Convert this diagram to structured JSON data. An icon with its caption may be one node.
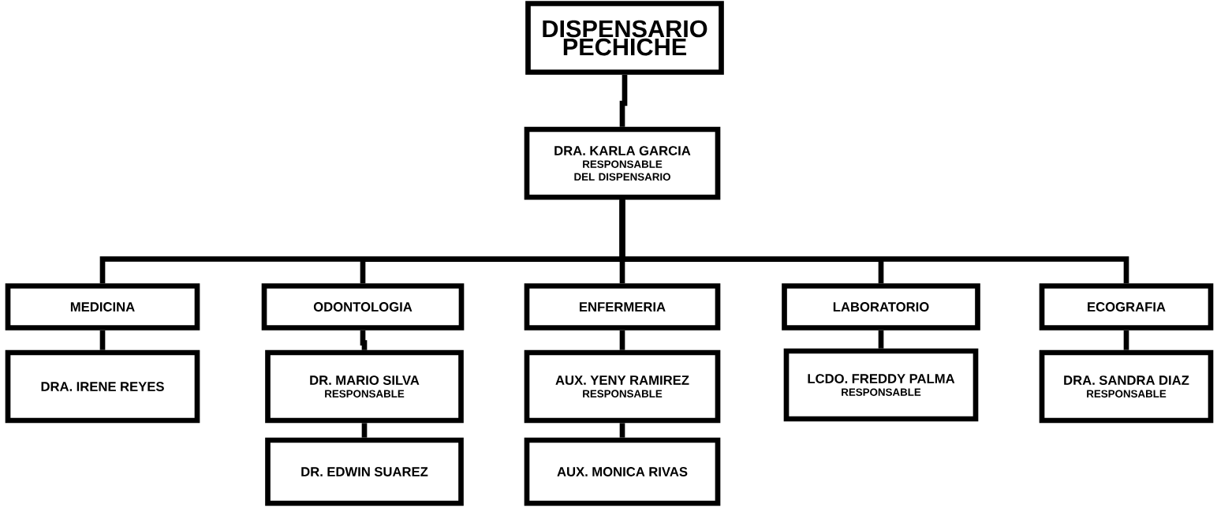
{
  "diagram": {
    "nodes": [
      {
        "text": [
          "DISPENSARIO PECHICHE"
        ]
      },
      {
        "text": [
          "DRA. KARLA GARCIA",
          "RESPONSABLE DEL DISPENSARIO"
        ]
      },
      {
        "text": [
          "MEDICINA"
        ]
      },
      {
        "text": [
          "ODONTOLOGIA"
        ]
      },
      {
        "text": [
          "ENFERMERIA"
        ]
      },
      {
        "text": [
          "LABORATORIO"
        ]
      },
      {
        "text": [
          "ECOGRAFIA"
        ]
      },
      {
        "text": [
          "DRA. IRENE REYES"
        ]
      },
      {
        "text": [
          "DR. MARIO SILVA",
          "RESPONSABLE"
        ]
      },
      {
        "text": [
          "DR. EDWIN SUAREZ"
        ]
      },
      {
        "text": [
          "AUX. YENY RAMIREZ",
          "RESPONSABLE"
        ]
      },
      {
        "text": [
          "AUX. MONICA RIVAS"
        ]
      },
      {
        "text": [
          "LCDO. FREDDY PALMA",
          "RESPONSABLE"
        ]
      },
      {
        "text": [
          "DRA. SANDRA DIAZ",
          "RESPONSABLE"
        ]
      }
    ],
    "edges": [
      {
        "from": 0,
        "to": 1,
        "arrow": "none"
      },
      {
        "from": 1,
        "to": 2,
        "arrow": "none"
      },
      {
        "from": 1,
        "to": 3,
        "arrow": "none"
      },
      {
        "from": 1,
        "to": 4,
        "arrow": "none"
      },
      {
        "from": 1,
        "to": 5,
        "arrow": "none"
      },
      {
        "from": 1,
        "to": 6,
        "arrow": "none"
      },
      {
        "from": 2,
        "to": 7,
        "arrow": "none"
      },
      {
        "from": 3,
        "to": 8,
        "arrow": "none"
      },
      {
        "from": 8,
        "to": 9,
        "arrow": "none"
      },
      {
        "from": 4,
        "to": 10,
        "arrow": "none"
      },
      {
        "from": 10,
        "to": 11,
        "arrow": "none"
      },
      {
        "from": 5,
        "to": 12,
        "arrow": "none"
      },
      {
        "from": 6,
        "to": 13,
        "arrow": "none"
      }
    ]
  }
}
